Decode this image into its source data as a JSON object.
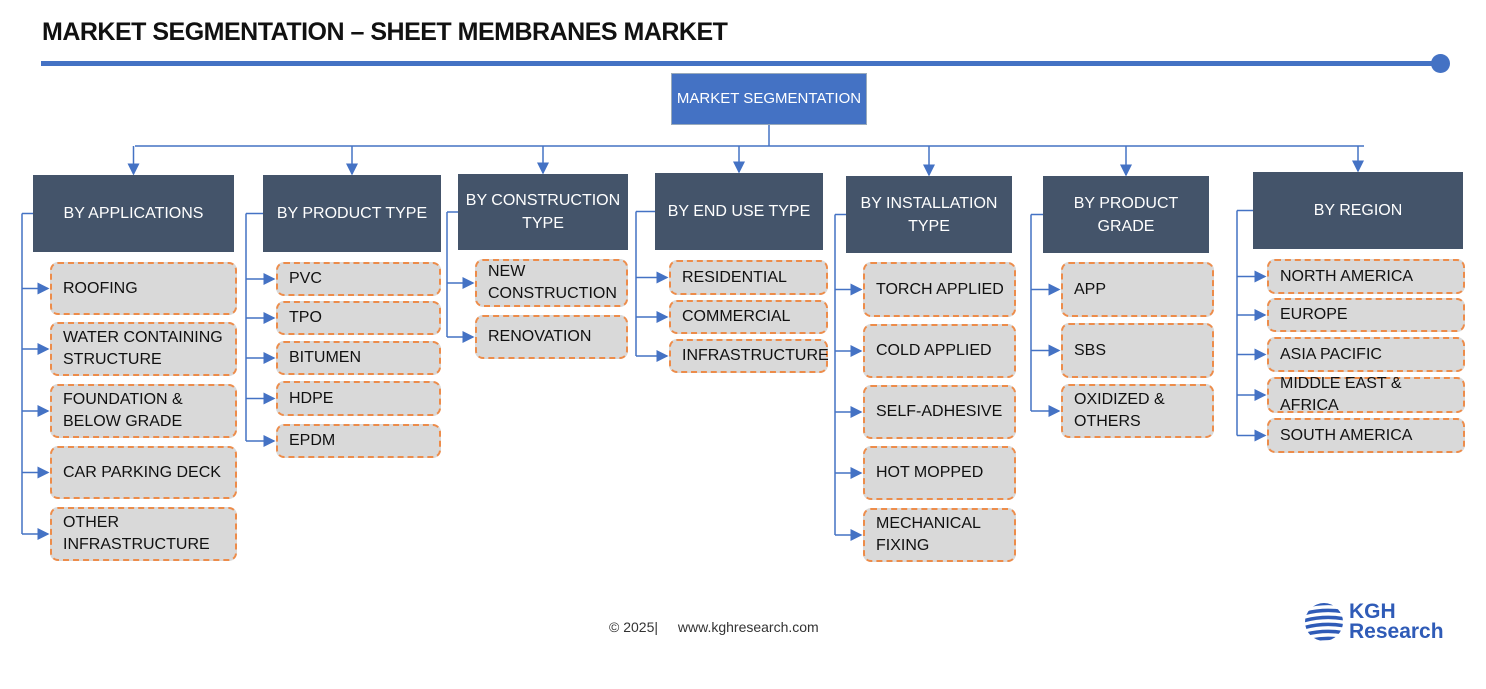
{
  "title": "MARKET SEGMENTATION – SHEET MEMBRANES MARKET",
  "root": "MARKET SEGMENTATION",
  "accent_color": "#4472c4",
  "header_color": "#44546a",
  "columns": [
    {
      "header": "BY APPLICATIONS",
      "items": [
        "ROOFING",
        "WATER CONTAINING STRUCTURE",
        "FOUNDATION & BELOW GRADE",
        "CAR PARKING DECK",
        "OTHER INFRASTRUCTURE"
      ]
    },
    {
      "header": "BY PRODUCT TYPE",
      "items": [
        "PVC",
        "TPO",
        "BITUMEN",
        "HDPE",
        "EPDM"
      ]
    },
    {
      "header": "BY CONSTRUCTION TYPE",
      "items": [
        "NEW CONSTRUCTION",
        "RENOVATION"
      ]
    },
    {
      "header": "BY END USE TYPE",
      "items": [
        "RESIDENTIAL",
        "COMMERCIAL",
        "INFRASTRUCTURE"
      ]
    },
    {
      "header": "BY INSTALLATION TYPE",
      "items": [
        "TORCH APPLIED",
        "COLD APPLIED",
        "SELF-ADHESIVE",
        "HOT MOPPED",
        "MECHANICAL FIXING"
      ]
    },
    {
      "header": "BY PRODUCT GRADE",
      "items": [
        "APP",
        "SBS",
        "OXIDIZED & OTHERS"
      ]
    },
    {
      "header": "BY REGION",
      "items": [
        "NORTH AMERICA",
        "EUROPE",
        "ASIA PACIFIC",
        "MIDDLE EAST & AFRICA",
        "SOUTH AMERICA"
      ]
    }
  ],
  "footer": {
    "copyright": "© 2025|",
    "website": "www.kghresearch.com"
  },
  "logo": {
    "line1": "KGH",
    "line2": "Research"
  }
}
